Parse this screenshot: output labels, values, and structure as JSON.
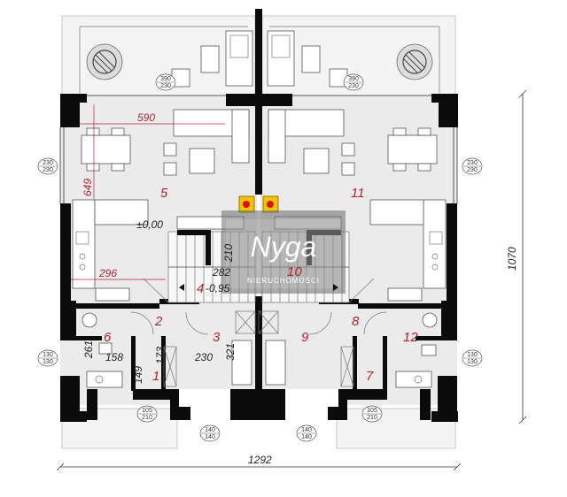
{
  "watermark": {
    "logo_text": "Nyga",
    "tagline": "NIERUCHOMOŚCI"
  },
  "rooms": {
    "r1": "1",
    "r2": "2",
    "r3": "3",
    "r4": "4",
    "r5": "5",
    "r6": "6",
    "r7": "7",
    "r8": "8",
    "r9": "9",
    "r10": "10",
    "r11": "11",
    "r12": "12"
  },
  "dimensions": {
    "d590": "590",
    "d649": "649",
    "d296": "296",
    "d282": "282",
    "d210": "210",
    "d261": "261",
    "d158": "158",
    "d173": "173",
    "d149": "149",
    "d230": "230",
    "d321": "321",
    "level_main": "±0,00",
    "level_stairs": "-0,95",
    "overall_width": "1292",
    "overall_depth": "1070"
  },
  "windows": {
    "w390a": [
      "390",
      "230"
    ],
    "w390b": [
      "390",
      "230"
    ],
    "w230a": [
      "230",
      "230"
    ],
    "w230b": [
      "230",
      "230"
    ],
    "w130a": [
      "130",
      "130"
    ],
    "w130b": [
      "130",
      "130"
    ],
    "w105a": [
      "105",
      "210"
    ],
    "w105b": [
      "105",
      "210"
    ],
    "w140a": [
      "140",
      "140"
    ],
    "w140b": [
      "140",
      "140"
    ]
  },
  "colors": {
    "wall": "#0b0b0b",
    "label": "#b0262e",
    "floor": "#ebebeb",
    "terrace": "#f4f4f4",
    "watermark": "#6b6b6b"
  }
}
